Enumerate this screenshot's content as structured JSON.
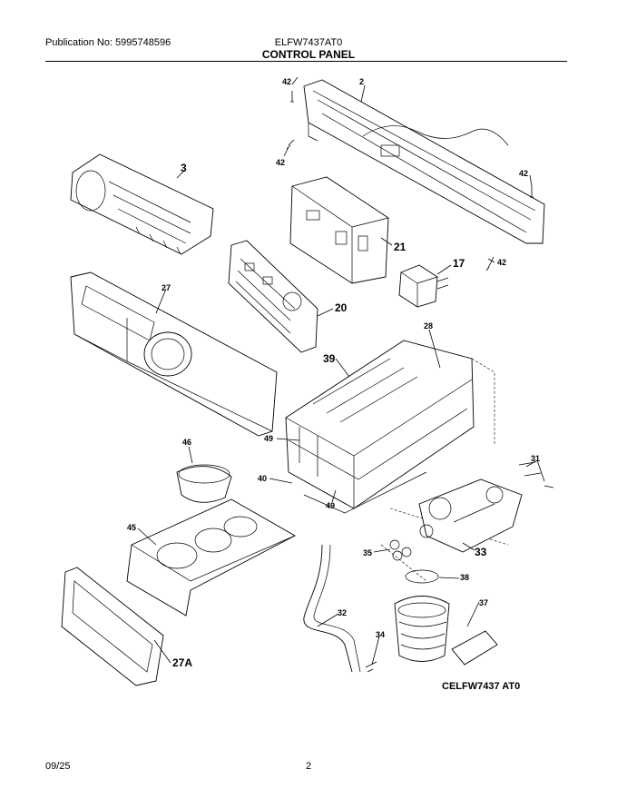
{
  "header": {
    "publication": "Publication No: 5995748596",
    "model": "ELFW7437AT0",
    "title": "CONTROL PANEL"
  },
  "footer": {
    "date": "09/25",
    "page": "2"
  },
  "diagram_code": "CELFW7437 AT0",
  "callouts": {
    "c42a": "42",
    "c2": "2",
    "c42b": "42",
    "c42c": "42",
    "c42d": "42",
    "c3": "3",
    "c21": "21",
    "c17": "17",
    "c27": "27",
    "c20": "20",
    "c28": "28",
    "c39": "39",
    "c46": "46",
    "c49a": "49",
    "c40": "40",
    "c49b": "49",
    "c31": "31",
    "c45": "45",
    "c35": "35",
    "c33": "33",
    "c38": "38",
    "c32": "32",
    "c37": "37",
    "c34": "34",
    "c27a": "27A"
  }
}
